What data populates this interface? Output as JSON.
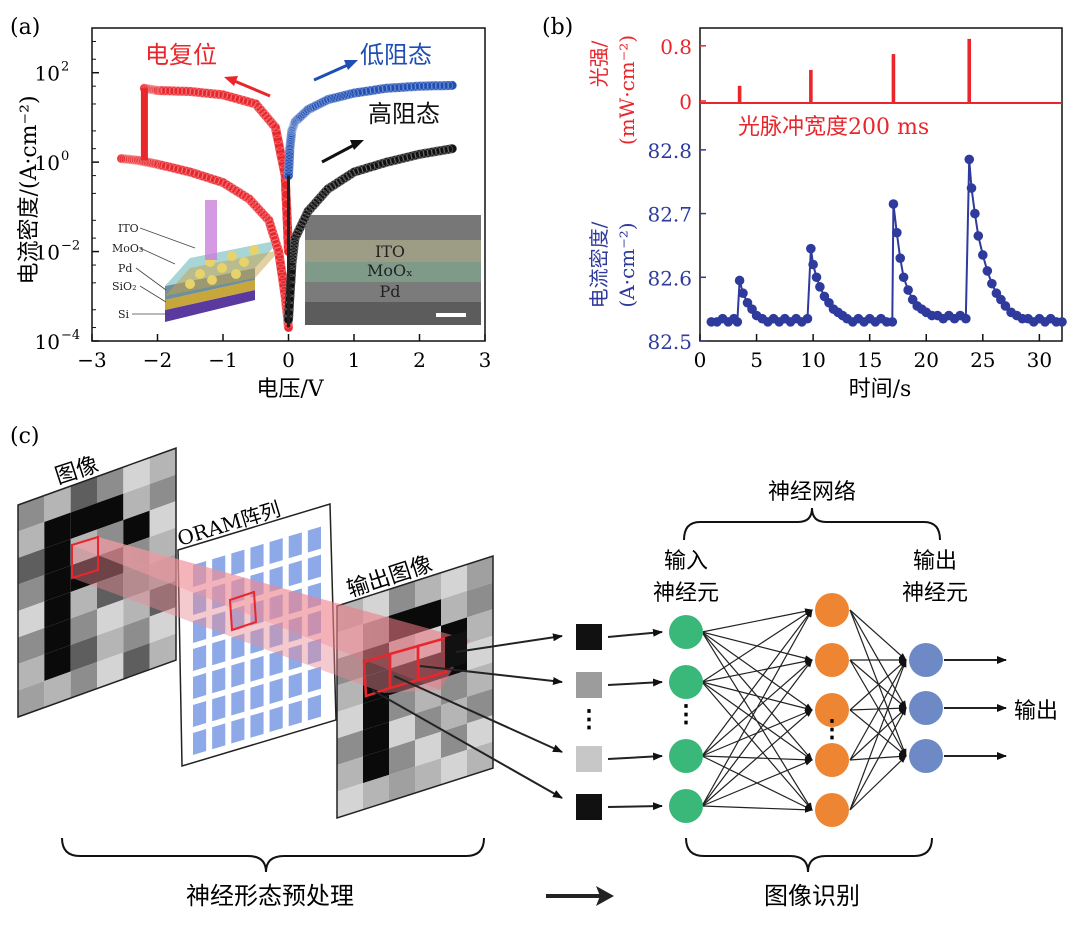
{
  "panels": {
    "a": {
      "label": "(a)",
      "ylabel": "电流密度/(A·cm⁻²)",
      "xlabel": "电压/V",
      "xticks": [
        "−3",
        "−2",
        "−1",
        "0",
        "1",
        "2",
        "3"
      ],
      "yticks": [
        {
          "base": "10",
          "exp": "2",
          "v": 2
        },
        {
          "base": "10",
          "exp": "0",
          "v": 0
        },
        {
          "base": "10",
          "exp": "−2",
          "v": -2
        },
        {
          "base": "10",
          "exp": "−4",
          "v": -4
        }
      ],
      "ann_reset": "电复位",
      "ann_lrs": "低阻态",
      "ann_hrs": "高阻态",
      "inset_layers": [
        "ITO",
        "MoO₃",
        "Pd",
        "SiO₂",
        "Si"
      ],
      "sem_layers": [
        "ITO",
        "MoOₓ",
        "Pd"
      ],
      "colors": {
        "reset": "#e8262b",
        "lrs": "#1f4fb4",
        "hrs": "#111111"
      }
    },
    "b": {
      "label": "(b)",
      "top_ylabel_1": "光强/",
      "top_ylabel_2": "(mW·cm⁻²)",
      "top_yticks": [
        "0.8",
        "0"
      ],
      "pulse_label": "光脉冲宽度200 ms",
      "bottom_ylabel_1": "电流密度/",
      "bottom_ylabel_2": "(A·cm⁻²)",
      "bottom_yticks": [
        "82.8",
        "82.7",
        "82.6",
        "82.5"
      ],
      "xticks": [
        "0",
        "5",
        "10",
        "15",
        "20",
        "25",
        "30"
      ],
      "xlabel": "时间/s",
      "colors": {
        "light": "#e8262b",
        "current": "#2e3a9c"
      }
    },
    "c": {
      "label": "(c)",
      "image_label": "图像",
      "array_label": "ORAM阵列",
      "output_label": "输出图像",
      "network_label": "神经网络",
      "input_neuron_label_1": "输入",
      "input_neuron_label_2": "神经元",
      "output_neuron_label_1": "输出",
      "output_neuron_label_2": "神经元",
      "output_text": "输出",
      "preprocess_label": "神经形态预处理",
      "recognition_label": "图像识别",
      "colors": {
        "input_neuron": "#3ab87a",
        "hidden_neuron": "#ee8533",
        "output_neuron": "#6d8ac6",
        "array_cell": "#8ea9e8"
      }
    }
  },
  "chart_data": [
    {
      "type": "line",
      "yscale": "log",
      "xlim": [
        -3,
        3
      ],
      "ylim": [
        0.0001,
        1000
      ],
      "xlabel": "电压/V",
      "ylabel": "电流密度/(A·cm⁻²)",
      "series": [
        {
          "name": "电复位",
          "x": [
            -2.55,
            -2.3,
            -2.0,
            -1.5,
            -1.0,
            -0.6,
            -0.3,
            -0.15,
            -0.05,
            0.0
          ],
          "y": [
            1.2,
            1.1,
            0.9,
            0.6,
            0.35,
            0.15,
            0.05,
            0.01,
            0.001,
            0.0002
          ]
        },
        {
          "name": "电复位",
          "x": [
            -2.2,
            -2.0,
            -1.5,
            -1.0,
            -0.5,
            -0.2,
            -0.05,
            0.0
          ],
          "y": [
            45,
            40,
            38,
            32,
            20,
            6,
            0.5,
            0.01
          ]
        },
        {
          "name": "低阻态",
          "x": [
            0.0,
            0.02,
            0.05,
            0.1,
            0.3,
            0.6,
            1.0,
            1.5,
            2.0,
            2.5
          ],
          "y": [
            0.5,
            2,
            5,
            8,
            15,
            25,
            35,
            45,
            50,
            52
          ]
        },
        {
          "name": "高阻态",
          "x": [
            0.0,
            0.05,
            0.1,
            0.3,
            0.6,
            1.0,
            1.5,
            2.0,
            2.5
          ],
          "y": [
            0.0003,
            0.005,
            0.02,
            0.08,
            0.25,
            0.6,
            1.0,
            1.5,
            2.0
          ]
        }
      ]
    },
    {
      "type": "line",
      "xlim": [
        0,
        32
      ],
      "xlabel": "时间/s",
      "series": [
        {
          "name": "光强",
          "x": [
            3.5,
            9.8,
            17.1,
            23.8
          ],
          "y": [
            0.22,
            0.45,
            0.68,
            0.9
          ],
          "ylim": [
            0,
            1.0
          ]
        },
        {
          "name": "电流密度",
          "x": [
            1.0,
            1.5,
            2.0,
            2.5,
            3.0,
            3.3,
            3.5,
            3.8,
            4.2,
            4.6,
            5.0,
            5.5,
            6.0,
            6.5,
            7.0,
            7.5,
            8.0,
            8.5,
            9.0,
            9.5,
            9.8,
            10.0,
            10.3,
            10.6,
            11.0,
            11.4,
            11.8,
            12.2,
            12.6,
            13.0,
            13.5,
            14.0,
            14.5,
            15.0,
            15.5,
            16.0,
            16.5,
            17.0,
            17.1,
            17.4,
            17.7,
            18.0,
            18.4,
            18.8,
            19.2,
            19.6,
            20.0,
            20.5,
            21.0,
            21.5,
            22.0,
            22.5,
            23.0,
            23.5,
            23.8,
            24.0,
            24.3,
            24.6,
            25.0,
            25.4,
            25.8,
            26.2,
            26.6,
            27.0,
            27.5,
            28.0,
            28.5,
            29.0,
            29.5,
            30.0,
            30.5,
            31.0,
            31.5,
            32.0
          ],
          "y": [
            82.53,
            82.53,
            82.535,
            82.53,
            82.535,
            82.53,
            82.595,
            82.575,
            82.56,
            82.55,
            82.54,
            82.535,
            82.53,
            82.535,
            82.53,
            82.535,
            82.53,
            82.535,
            82.53,
            82.535,
            82.645,
            82.62,
            82.6,
            82.585,
            82.57,
            82.56,
            82.55,
            82.545,
            82.54,
            82.535,
            82.53,
            82.535,
            82.53,
            82.535,
            82.53,
            82.535,
            82.53,
            82.53,
            82.715,
            82.67,
            82.63,
            82.6,
            82.58,
            82.565,
            82.555,
            82.55,
            82.545,
            82.54,
            82.54,
            82.535,
            82.54,
            82.535,
            82.54,
            82.535,
            82.785,
            82.74,
            82.7,
            82.665,
            82.635,
            82.61,
            82.59,
            82.575,
            82.565,
            82.555,
            82.545,
            82.54,
            82.535,
            82.535,
            82.53,
            82.535,
            82.53,
            82.535,
            82.53,
            82.53
          ],
          "ylim": [
            82.5,
            82.85
          ]
        }
      ]
    }
  ]
}
